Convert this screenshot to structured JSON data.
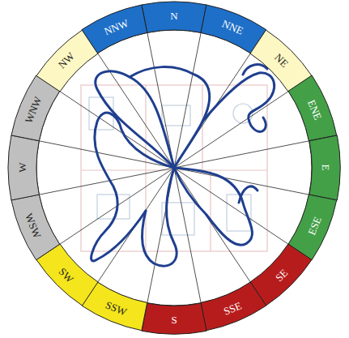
{
  "diagram": {
    "nodes": [
      {
        "text": [
          "N"
        ]
      },
      {
        "text": [
          "NNE"
        ]
      },
      {
        "text": [
          "NE"
        ]
      },
      {
        "text": [
          "ENE"
        ]
      },
      {
        "text": [
          "E"
        ]
      },
      {
        "text": [
          "ESE"
        ]
      },
      {
        "text": [
          "SE"
        ]
      },
      {
        "text": [
          "SSE"
        ]
      },
      {
        "text": [
          "S"
        ]
      },
      {
        "text": [
          "SSW"
        ]
      },
      {
        "text": [
          "SW"
        ]
      },
      {
        "text": [
          "WSW"
        ]
      },
      {
        "text": [
          "W"
        ]
      },
      {
        "text": [
          "WNW"
        ]
      },
      {
        "text": [
          "NW"
        ]
      },
      {
        "text": [
          "NNW"
        ]
      }
    ]
  }
}
